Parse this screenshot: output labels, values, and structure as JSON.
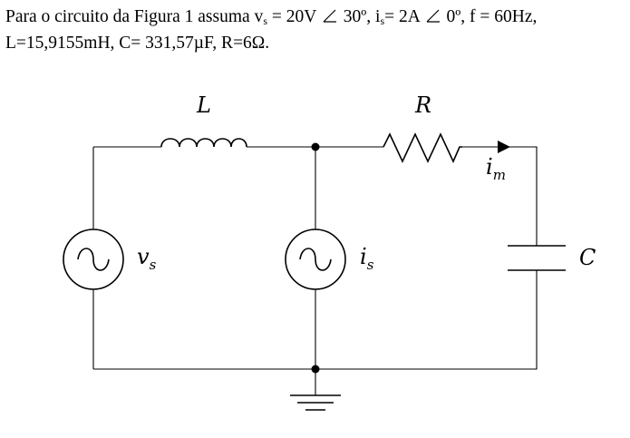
{
  "statement": {
    "line1_prefix": "Para o circuito da Figura 1 assuma v",
    "vs_sub": "s",
    "vs_value": " = 20V ",
    "vs_phase": " 30º, i",
    "is_sub": "s",
    "is_value": "= 2A ",
    "is_phase": " 0º, f = 60Hz,",
    "line2": "L=15,9155mH, C= 331,57µF, R=6Ω."
  },
  "circuit": {
    "labels": {
      "L": "L",
      "R": "R",
      "C": "C",
      "vs_main": "v",
      "vs_sub": "s",
      "is_main": "i",
      "is_sub": "s",
      "im_main": "i",
      "im_sub": "m"
    },
    "icons": [
      "sine-wave-icon",
      "sine-wave-icon",
      "angle-symbol-icon",
      "ground-icon",
      "arrow-icon"
    ]
  }
}
